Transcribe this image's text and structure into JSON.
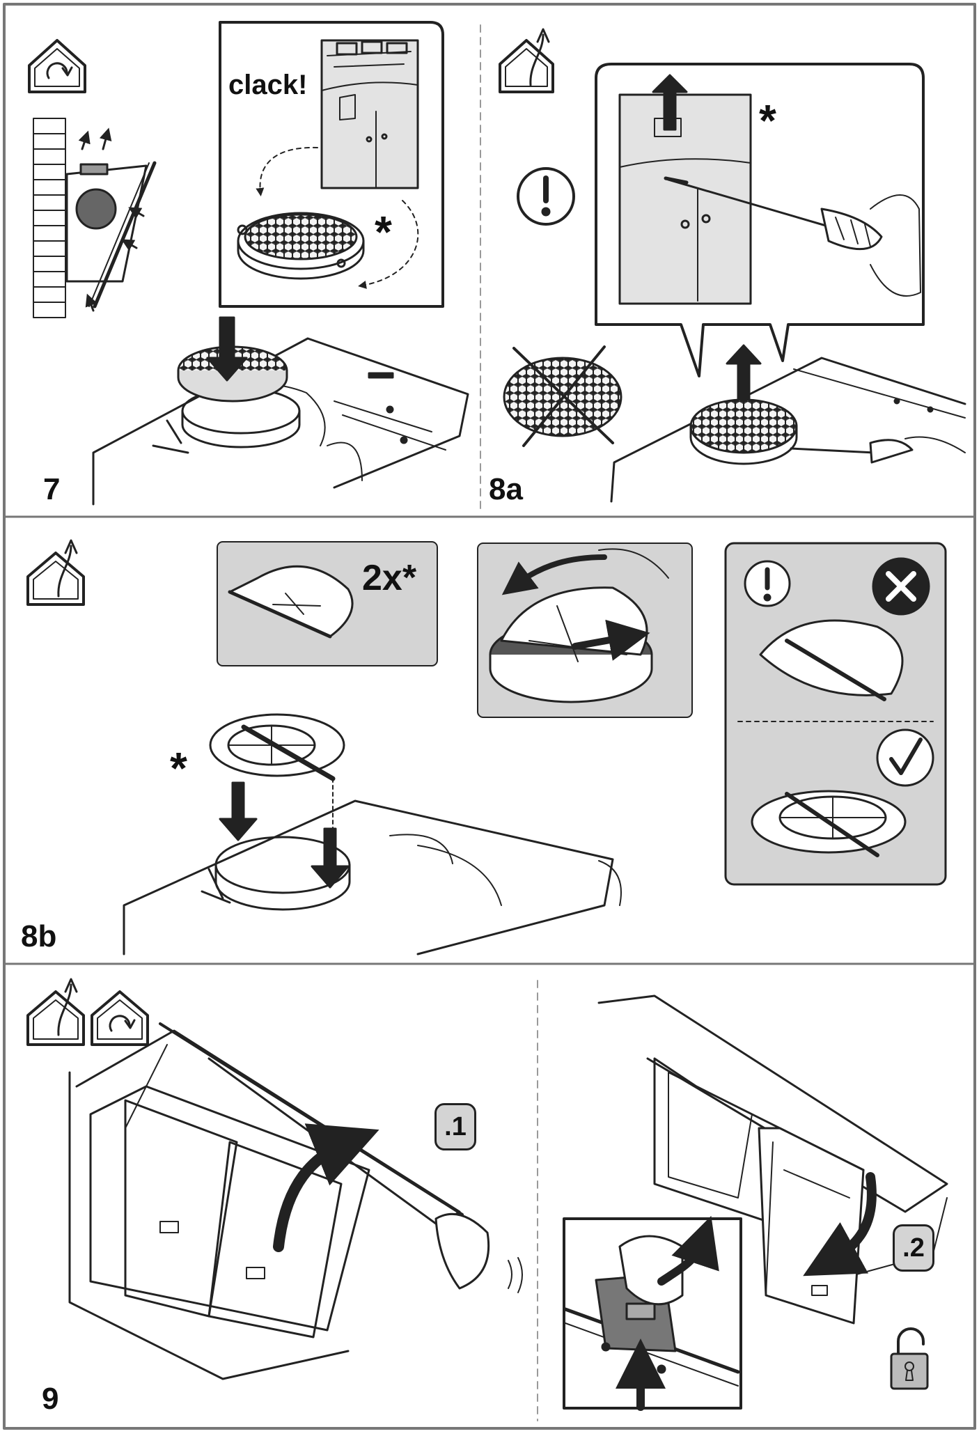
{
  "steps": {
    "s7": "7",
    "s8a": "8a",
    "s8b": "8b",
    "s9": "9"
  },
  "callouts": {
    "clack": "clack!",
    "star": "*",
    "two_x": "2x*"
  },
  "sub_steps": {
    "p1": ".1",
    "p2": ".2"
  },
  "icons": {
    "recirculation": "house-recirculation-icon",
    "extraction": "house-extraction-icon",
    "warning": "exclamation-circle-icon",
    "wrong": "cross-circle-icon",
    "correct": "check-circle-icon",
    "unlock": "unlocked-padlock-icon"
  },
  "colors": {
    "line": "#222222",
    "panel_gray": "#d4d4d4",
    "inset_gray": "#e3e3e3",
    "motor": "#666666",
    "border": "#777777"
  }
}
